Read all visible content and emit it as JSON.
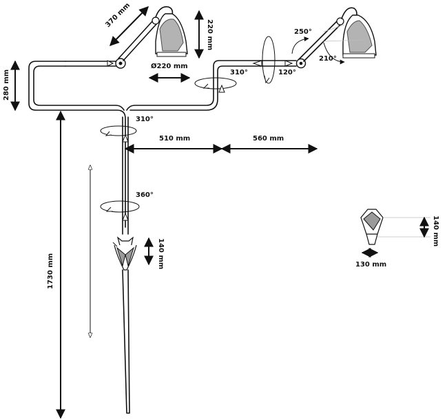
{
  "dimensions": {
    "arm_length": "370 mm",
    "shade_height": "220 mm",
    "shade_diameter": "Ø220 mm",
    "frame_height": "280 mm",
    "total_height": "1730 mm",
    "segment_1": "510 mm",
    "segment_2": "560 mm",
    "clamp_height": "140 mm",
    "base_height": "140 mm",
    "base_width": "130 mm"
  },
  "rotations": {
    "shade_tilt": "250°",
    "arm_elbow": "210°",
    "top_joint": "310°",
    "vertical_axis": "120°",
    "left_joint": "310°",
    "pole_rotation": "360°"
  },
  "colors": {
    "line": "#111111",
    "shade_fill": "#9a9a9a"
  }
}
